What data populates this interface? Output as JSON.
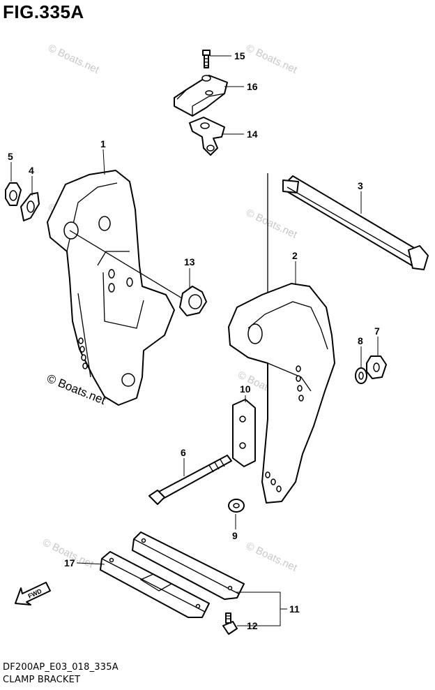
{
  "figure": {
    "title": "FIG.335A",
    "footer_code": "DF200AP_E03_018_335A",
    "footer_name": "CLAMP BRACKET"
  },
  "watermark": {
    "text": "© Boats.net",
    "prominent_text": "© Boats.net"
  },
  "fwd_arrow": {
    "label": "FWD"
  },
  "callouts": {
    "c1": "1",
    "c2": "2",
    "c3": "3",
    "c4": "4",
    "c5": "5",
    "c6": "6",
    "c7": "7",
    "c8": "8",
    "c9": "9",
    "c10": "10",
    "c11": "11",
    "c12": "12",
    "c13": "13",
    "c14": "14",
    "c15": "15",
    "c16": "16",
    "c17": "17"
  }
}
